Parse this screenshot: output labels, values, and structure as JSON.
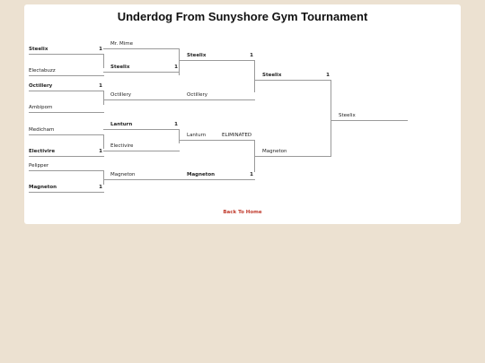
{
  "page": {
    "title": "Underdog From Sunyshore Gym Tournament",
    "back_link": "Back To Home",
    "colors": {
      "background": "#ece1d1",
      "panel": "#ffffff",
      "link": "#c0392b",
      "line": "#9a9a9a"
    }
  },
  "bracket": {
    "round1": [
      {
        "name": "Steelix",
        "score": "1"
      },
      {
        "name": "Electabuzz",
        "score": ""
      },
      {
        "name": "Octillery",
        "score": "1"
      },
      {
        "name": "Ambipom",
        "score": ""
      },
      {
        "name": "Medicham",
        "score": ""
      },
      {
        "name": "Electivire",
        "score": "1"
      },
      {
        "name": "Pelipper",
        "score": ""
      },
      {
        "name": "Magneton",
        "score": "1"
      }
    ],
    "round2": [
      {
        "name": "Mr. Mime",
        "score": ""
      },
      {
        "name": "Steelix",
        "score": "1"
      },
      {
        "name": "Octillery",
        "score": ""
      },
      {
        "name": "Lanturn",
        "score": "1"
      },
      {
        "name": "Electivire",
        "score": ""
      },
      {
        "name": "Magneton",
        "score": ""
      }
    ],
    "round3": [
      {
        "name": "Steelix",
        "score": "1",
        "status": ""
      },
      {
        "name": "Octillery",
        "score": "",
        "status": ""
      },
      {
        "name": "Lanturn",
        "score": "",
        "status": "ELIMINATED"
      },
      {
        "name": "Magneton",
        "score": "1",
        "status": ""
      }
    ],
    "round4": [
      {
        "name": "Steelix",
        "score": "1"
      },
      {
        "name": "Magneton",
        "score": ""
      }
    ],
    "champion": {
      "name": "Steelix"
    }
  }
}
